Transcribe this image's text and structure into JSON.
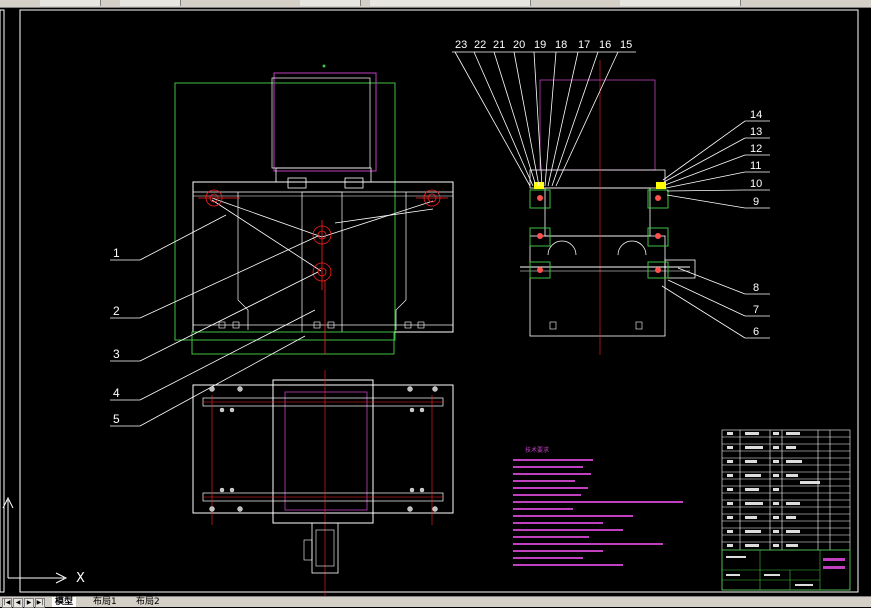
{
  "drawing": {
    "left_callouts": [
      "1",
      "2",
      "3",
      "4",
      "5"
    ],
    "top_callouts": [
      "23",
      "22",
      "21",
      "20",
      "19",
      "18",
      "17",
      "16",
      "15"
    ],
    "right_callouts": [
      "14",
      "13",
      "12",
      "11",
      "10",
      "9",
      "8",
      "7",
      "6"
    ],
    "notes_title": "技术要求"
  },
  "ucs": {
    "x_label": "X"
  },
  "tabs": {
    "model": "模型",
    "layout1": "布局1",
    "layout2": "布局2"
  },
  "colors": {
    "background": "#000000",
    "outline": "#ffffff",
    "centerline": "#ff2020",
    "magenta": "#c040c0",
    "green": "#40c040",
    "yellow": "#ffff00"
  }
}
